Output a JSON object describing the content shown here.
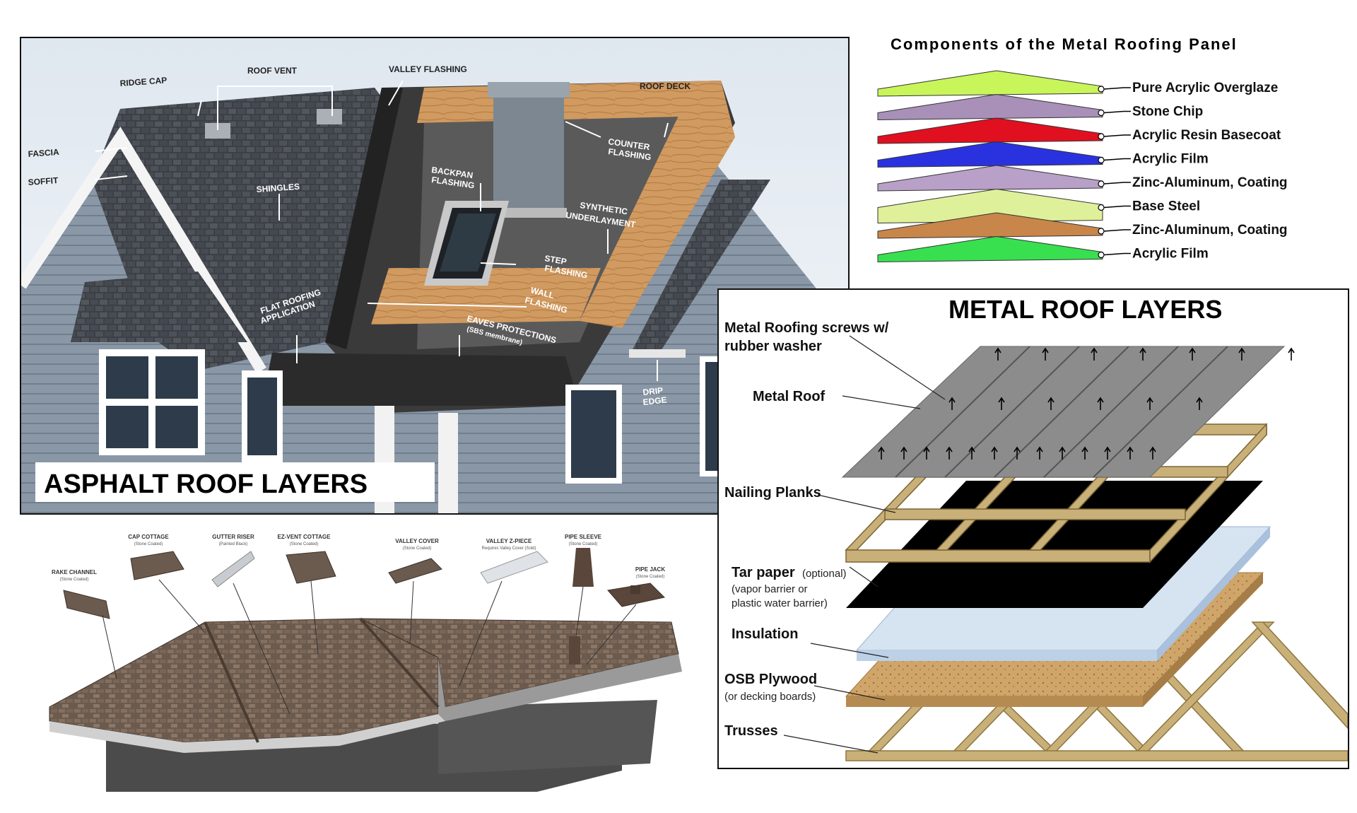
{
  "asphalt": {
    "title": "ASPHALT ROOF LAYERS",
    "labels": {
      "ridge_cap": "RIDGE CAP",
      "roof_vent": "ROOF VENT",
      "valley_flashing": "VALLEY FLASHING",
      "roof_deck": "ROOF DECK",
      "fascia": "FASCIA",
      "soffit": "SOFFIT",
      "shingles": "SHINGLES",
      "counter_flashing_1": "COUNTER",
      "counter_flashing_2": "FLASHING",
      "backpan_1": "BACKPAN",
      "backpan_2": "FLASHING",
      "synthetic_1": "SYNTHETIC",
      "synthetic_2": "UNDERLAYMENT",
      "step_1": "STEP",
      "step_2": "FLASHING",
      "flat_1": "FLAT ROOFING",
      "flat_2": "APPLICATION",
      "wall_1": "WALL",
      "wall_2": "FLASHING",
      "eaves_1": "EAVES PROTECTIONS",
      "eaves_2": "(SBS membrane)",
      "drip_1": "DRIP",
      "drip_2": "EDGE"
    }
  },
  "panel": {
    "title": "Components of the Metal Roofing Panel",
    "layers": [
      {
        "label": "Pure Acrylic Overglaze",
        "color": "#c8f55a"
      },
      {
        "label": "Stone Chip",
        "color": "#a890b8"
      },
      {
        "label": "Acrylic Resin Basecoat",
        "color": "#e01020"
      },
      {
        "label": "Acrylic Film",
        "color": "#2a32e0"
      },
      {
        "label": "Zinc-Aluminum, Coating",
        "color": "#b8a0c8"
      },
      {
        "label": "Base Steel",
        "color": "#dff09a"
      },
      {
        "label": "Zinc-Aluminum, Coating",
        "color": "#c8864a"
      },
      {
        "label": "Acrylic Film",
        "color": "#38e050"
      }
    ]
  },
  "metal": {
    "title": "METAL ROOF LAYERS",
    "screws_1": "Metal Roofing screws w/",
    "screws_2": "rubber washer",
    "metal_roof": "Metal  Roof",
    "nailing": "Nailing Planks",
    "tar": "Tar paper",
    "tar_opt": "(optional)",
    "tar_note_1": "(vapor barrier  or",
    "tar_note_2": "plastic water barrier)",
    "insulation": "Insulation",
    "osb": "OSB Plywood",
    "osb_note": "(or decking boards)",
    "trusses": "Trusses"
  },
  "accessories": {
    "items": [
      {
        "name": "RAKE CHANNEL",
        "sub": "(Stone Coated)"
      },
      {
        "name": "CAP COTTAGE",
        "sub": "(Stone Coated)"
      },
      {
        "name": "GUTTER RISER",
        "sub": "(Painted Black)"
      },
      {
        "name": "EZ-VENT COTTAGE",
        "sub": "(Stone Coated)"
      },
      {
        "name": "VALLEY COVER",
        "sub": "(Stone Coated)"
      },
      {
        "name": "VALLEY Z-PIECE",
        "sub": "Requires Valley Cover (Sold)"
      },
      {
        "name": "PIPE SLEEVE",
        "sub": "(Stone Coated)"
      },
      {
        "name": "PIPE JACK",
        "sub": "(Stone Coated)"
      }
    ]
  }
}
